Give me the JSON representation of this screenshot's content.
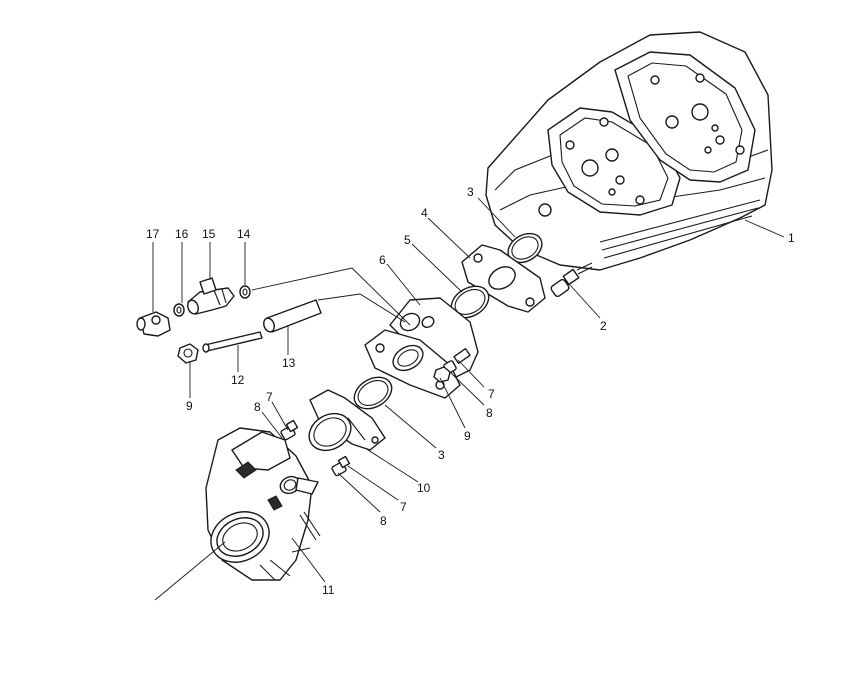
{
  "callouts": {
    "c1": "1",
    "c2": "2",
    "c3a": "3",
    "c3b": "3",
    "c4": "4",
    "c5": "5",
    "c6": "6",
    "c7a": "7",
    "c7b": "7",
    "c7c": "7",
    "c8a": "8",
    "c8b": "8",
    "c8c": "8",
    "c9a": "9",
    "c9b": "9",
    "c10": "10",
    "c11": "11",
    "c12": "12",
    "c13": "13",
    "c14": "14",
    "c15": "15",
    "c16": "16",
    "c17": "17"
  }
}
